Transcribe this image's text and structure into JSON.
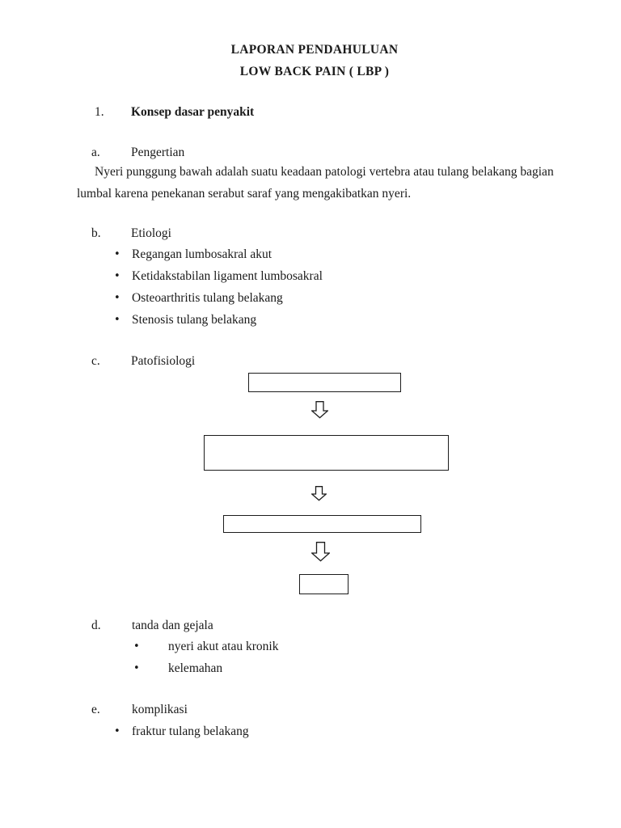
{
  "bullet_glyph": "•",
  "document": {
    "title": {
      "line1": "LAPORAN PENDAHULUAN",
      "line2": "LOW BACK PAIN ( LBP )"
    },
    "heading1": {
      "number": "1.",
      "label": "Konsep dasar penyakit"
    },
    "pengertian": {
      "letter": "a.",
      "heading": "Pengertian",
      "paragraph_line1": "Nyeri punggung bawah adalah suatu keadaan patologi vertebra atau tulang belakang bagian",
      "paragraph_line2": "lumbal karena penekanan serabut saraf yang mengakibatkan nyeri."
    },
    "etiologi": {
      "letter": "b.",
      "heading": "Etiologi",
      "items": [
        "Regangan lumbosakral akut",
        "Ketidakstabilan ligament lumbosakral",
        "Osteoarthritis tulang belakang",
        "Stenosis tulang belakang"
      ]
    },
    "patofisiologi": {
      "letter": "c.",
      "heading": "Patofisiologi",
      "flowchart_boxes": [
        "",
        "",
        "",
        ""
      ]
    },
    "tanda_gejala": {
      "letter": "d.",
      "heading": "tanda dan gejala",
      "items": [
        "nyeri akut atau kronik",
        "kelemahan"
      ]
    },
    "komplikasi": {
      "letter": "e.",
      "heading": "komplikasi",
      "items": [
        "fraktur tulang belakang"
      ]
    }
  }
}
